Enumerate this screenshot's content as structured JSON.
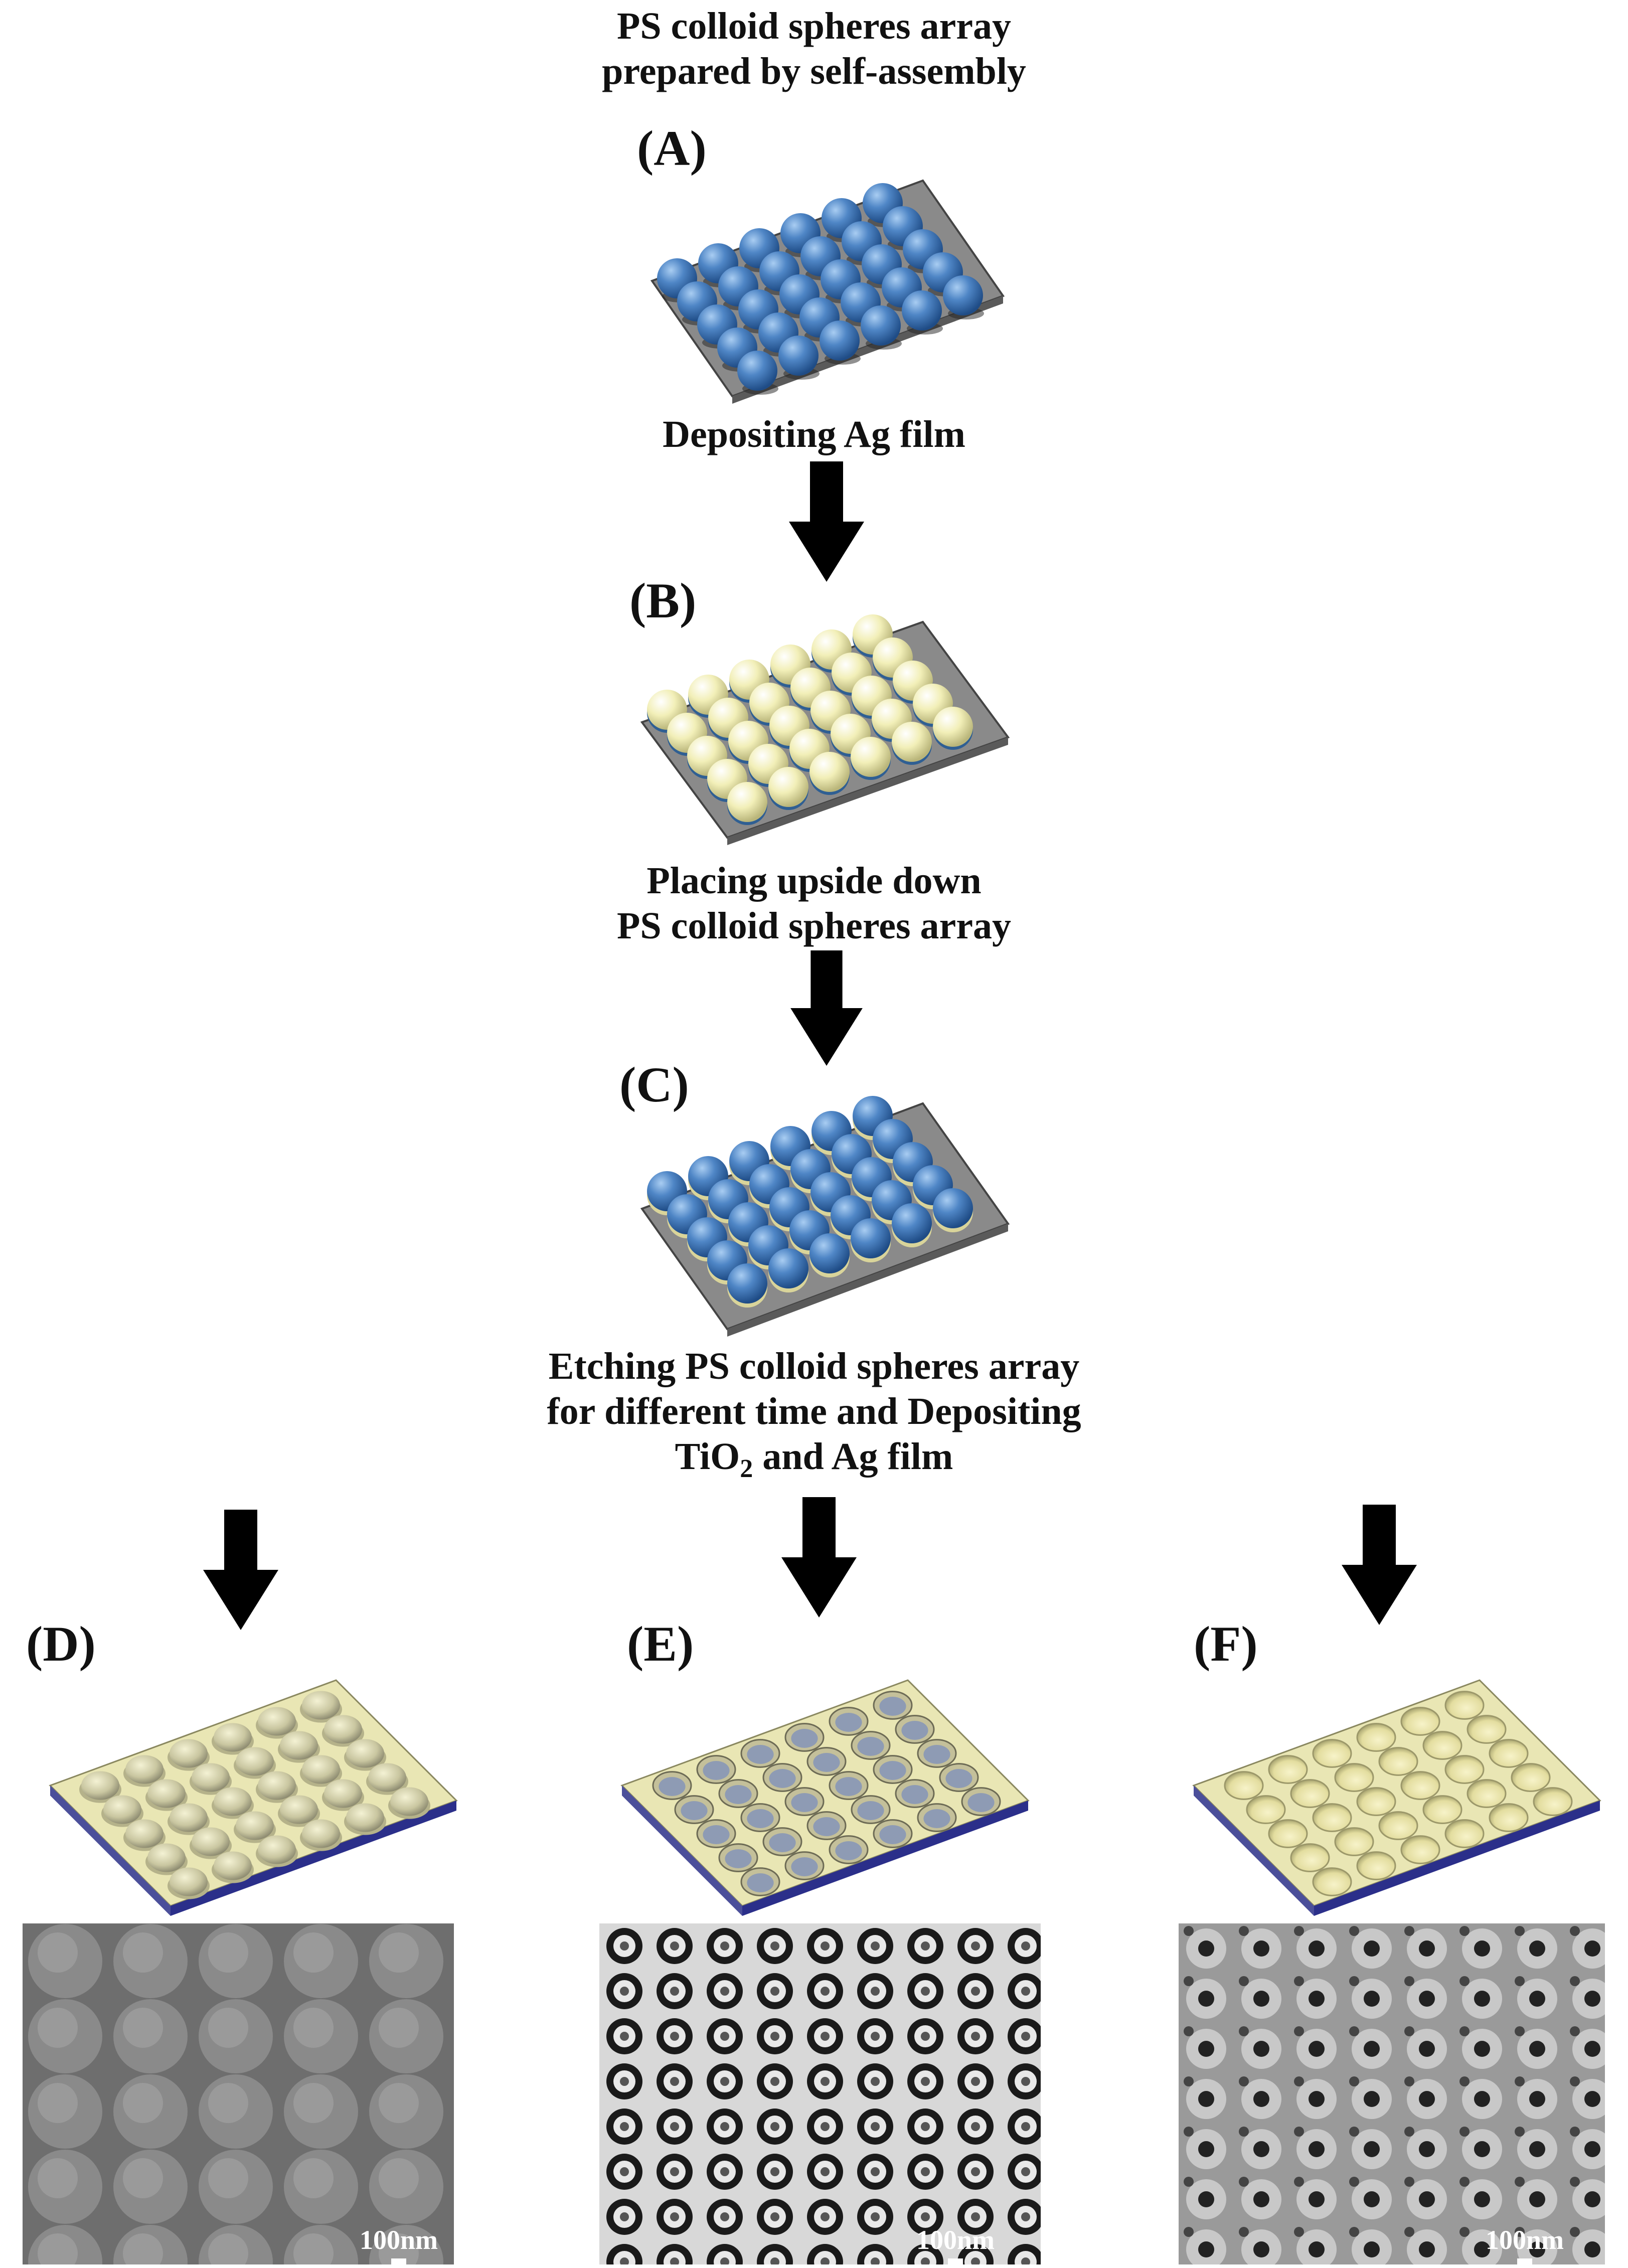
{
  "header": {
    "line1": "PS colloid spheres array",
    "line2": "prepared by self-assembly"
  },
  "steps": {
    "deposit_ag": "Depositing Ag film",
    "placing_line1": "Placing upside down",
    "placing_line2": "PS colloid spheres array",
    "etch_line1": "Etching PS colloid spheres array",
    "etch_line2": "for different time and Depositing",
    "etch_line3_a": "TiO",
    "etch_line3_sub": "2",
    "etch_line3_b": " and Ag film"
  },
  "panels": {
    "a": "(A)",
    "b": "(B)",
    "c": "(C)",
    "d": "(D)",
    "e": "(E)",
    "f": "(F)"
  },
  "sem": {
    "d_scale": "100nm",
    "e_scale": "100nm",
    "f_scale": "100nm"
  },
  "colors": {
    "ps_sphere": "#4f86c6",
    "ag_sphere": "#f2efb8",
    "substrate": "#8a8a8a",
    "film": "#e9e6b4",
    "base_layer": "#2b2f8a",
    "arrow": "#000000"
  }
}
